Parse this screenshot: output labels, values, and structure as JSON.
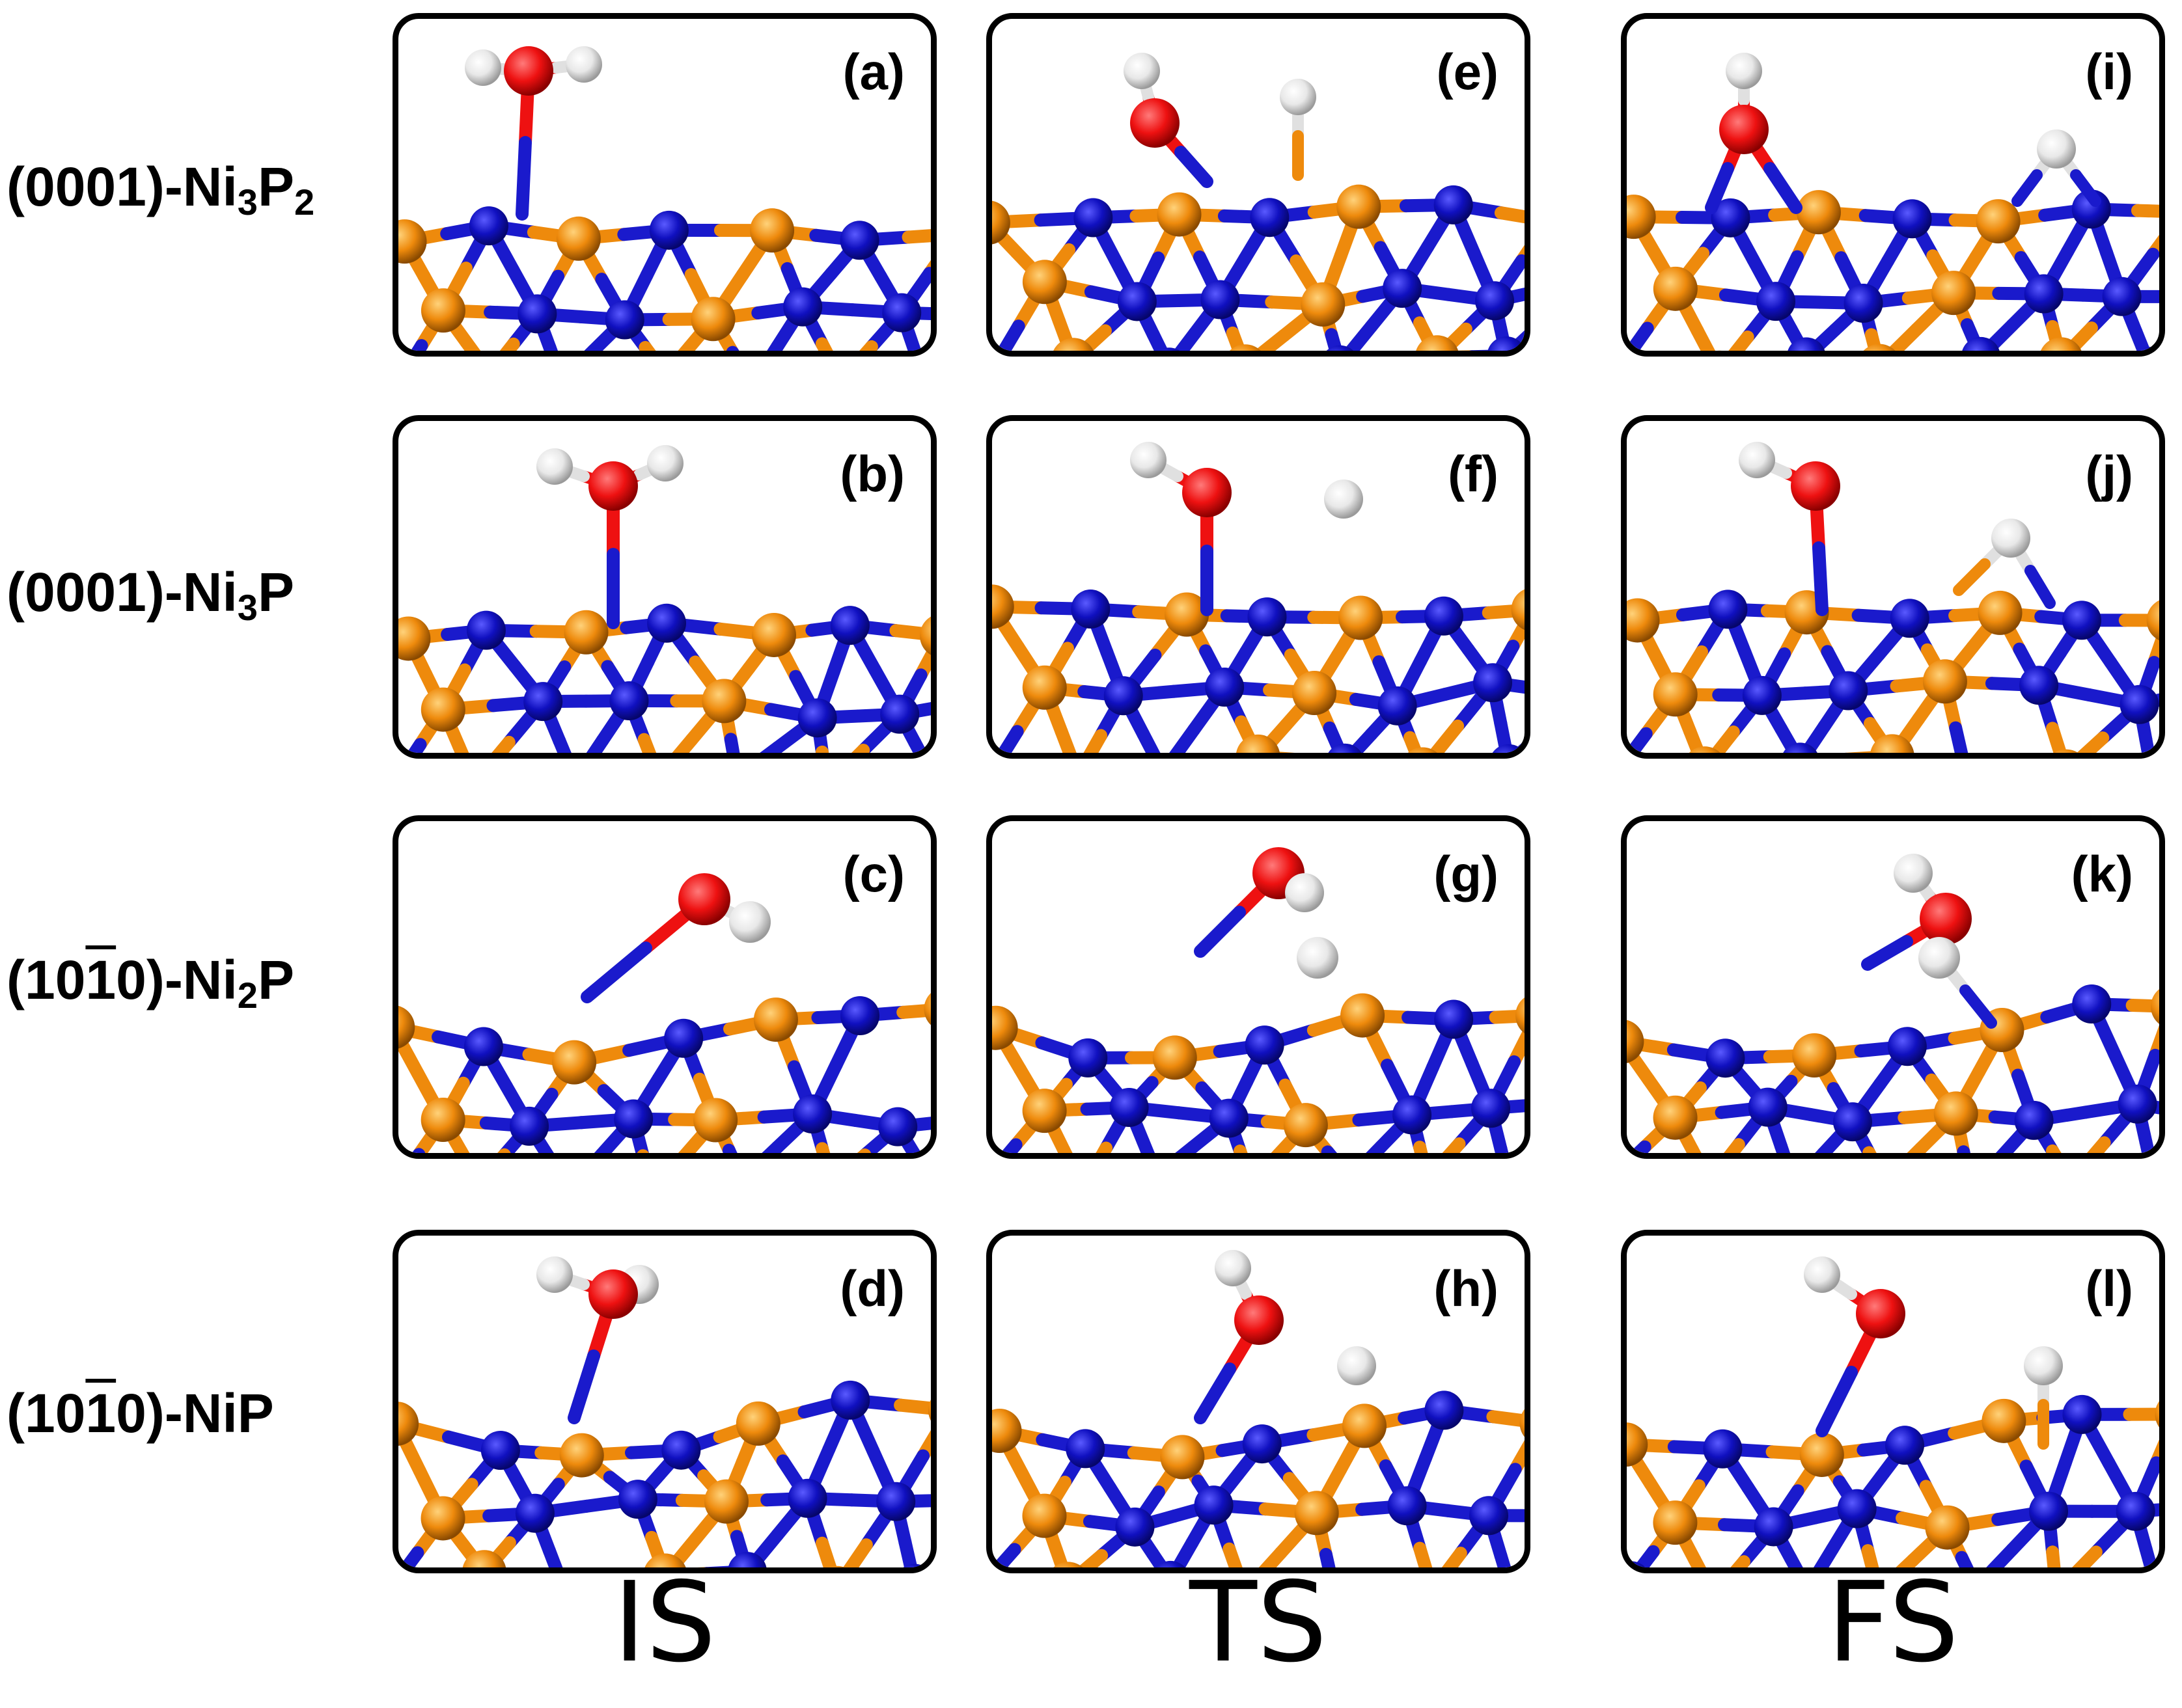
{
  "rows": [
    {
      "label_main": "(0001)-Ni",
      "sub1": "3",
      "mid": "P",
      "sub2": "2"
    },
    {
      "label_main": "(0001)-Ni",
      "sub1": "3",
      "mid": "P",
      "sub2": ""
    },
    {
      "label_pre": "(10",
      "label_bar": "1",
      "label_post": "0)-Ni",
      "sub1": "2",
      "mid": "P"
    },
    {
      "label_pre": "(10",
      "label_bar": "1",
      "label_post": "0)-NiP"
    }
  ],
  "columns": [
    "IS",
    "TS",
    "FS"
  ],
  "panels": [
    "(a)",
    "(e)",
    "(i)",
    "(b)",
    "(f)",
    "(j)",
    "(c)",
    "(g)",
    "(k)",
    "(d)",
    "(h)",
    "(l)"
  ],
  "colors": {
    "ni": "#1a1acc",
    "p": "#ee8a0c",
    "o": "#ee1111",
    "h": "#f2f2f2",
    "frame": "#000000"
  }
}
